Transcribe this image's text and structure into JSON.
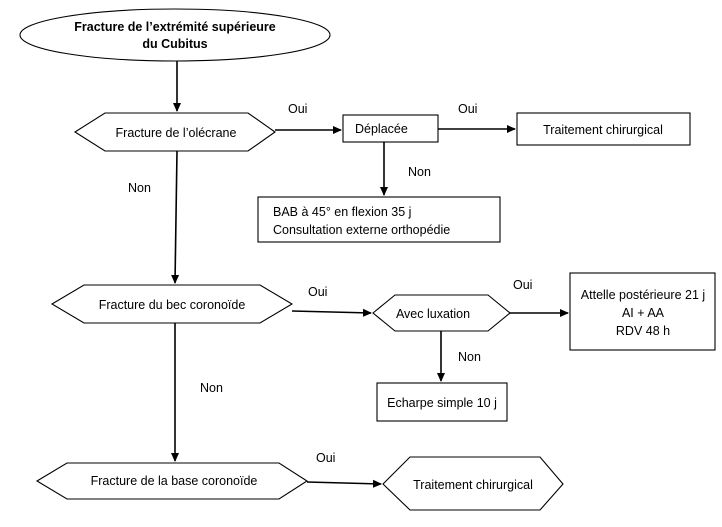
{
  "start": {
    "line1": "Fracture de l’extrémité supérieure",
    "line2": "du Cubitus"
  },
  "nodes": {
    "olecrane": "Fracture de l’olécrane",
    "deplacee": "Déplacée",
    "traitement1": "Traitement chirurgical",
    "bab_line1": "BAB à 45° en flexion 35 j",
    "bab_line2": "Consultation externe orthopédie",
    "bec": "Fracture du bec coronoïde",
    "luxation": "Avec luxation",
    "attelle_line1": "Attelle postérieure 21 j",
    "attelle_line2": "AI + AA",
    "attelle_line3": "RDV  48 h",
    "echarpe": "Echarpe simple 10 j",
    "base": "Fracture de la base coronoïde",
    "traitement2": "Traitement chirurgical"
  },
  "edge_labels": {
    "oui_1": "Oui",
    "oui_2": "Oui",
    "non_1": "Non",
    "non_2": "Non",
    "oui_3": "Oui",
    "oui_4": "Oui",
    "non_3": "Non",
    "non_4": "Non",
    "oui_5": "Oui"
  }
}
